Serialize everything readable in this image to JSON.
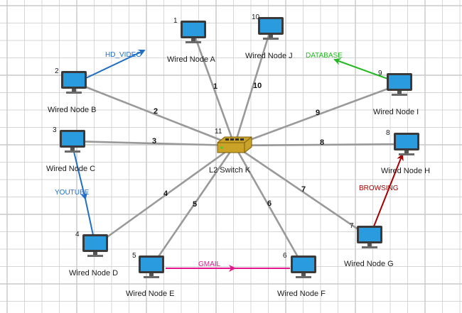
{
  "switch": {
    "label": "L2 Switch K",
    "index": "11"
  },
  "nodes": [
    {
      "key": "a",
      "label": "Wired Node A",
      "index": "1"
    },
    {
      "key": "b",
      "label": "Wired Node B",
      "index": "2"
    },
    {
      "key": "c",
      "label": "Wired Node C",
      "index": "3"
    },
    {
      "key": "d",
      "label": "Wired Node D",
      "index": "4"
    },
    {
      "key": "e",
      "label": "Wired Node E",
      "index": "5"
    },
    {
      "key": "f",
      "label": "Wired Node F",
      "index": "6"
    },
    {
      "key": "g",
      "label": "Wired Node G",
      "index": "7"
    },
    {
      "key": "h",
      "label": "Wired Node H",
      "index": "8"
    },
    {
      "key": "i",
      "label": "Wired Node I",
      "index": "9"
    },
    {
      "key": "j",
      "label": "Wired Node J",
      "index": "10"
    }
  ],
  "links": [
    "1",
    "2",
    "3",
    "4",
    "5",
    "6",
    "7",
    "8",
    "9",
    "10"
  ],
  "applications": [
    {
      "label": "HD_VIDEO",
      "color": "#1f6fc4"
    },
    {
      "label": "DATABASE",
      "color": "#22b822"
    },
    {
      "label": "YOUTUBE",
      "color": "#1f6fc4"
    },
    {
      "label": "BROWSING",
      "color": "#a50000"
    },
    {
      "label": "GMAIL",
      "color": "#e0188c"
    }
  ],
  "colors": {
    "grid": "#c8c8c8",
    "link": "#999999",
    "monitor": "#2b9be0"
  },
  "icons": {
    "node": "desktop-computer-icon",
    "switch": "network-switch-icon"
  }
}
